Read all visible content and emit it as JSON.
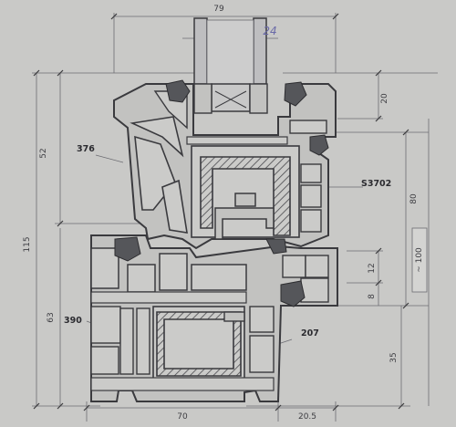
{
  "drawing": {
    "top_width": "79",
    "glass": "24",
    "dim_20": "20",
    "dim_52": "52",
    "dim_115": "115",
    "dim_80": "80",
    "dim_100": "~ 100",
    "dim_12": "12",
    "dim_8": "8",
    "dim_63": "63",
    "dim_35": "35",
    "dim_70": "70",
    "dim_205": "20.5",
    "label_376": "376",
    "label_s3702": "S3702",
    "label_390": "390",
    "label_207": "207"
  },
  "colors": {
    "background": "#c9c9c7",
    "profile_fill": "#c2c2c0",
    "profile_stroke": "#3a3a3e",
    "line": "#6c6c72",
    "gasket": "#55565a",
    "steel_hatch": "#4a4a4e",
    "handwriting": "#6a6aa8"
  }
}
